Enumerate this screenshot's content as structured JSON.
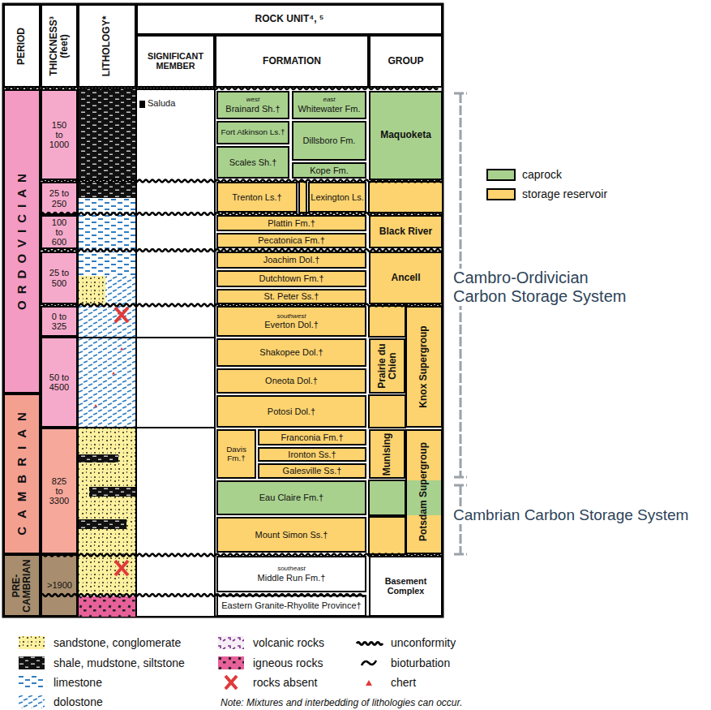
{
  "diagram": {
    "nodes": [
      {
        "text": [
          "PERIOD"
        ]
      },
      {
        "text": [
          "THICKNESS³ (feet)"
        ]
      },
      {
        "text": [
          "LITHOLOGY*"
        ]
      },
      {
        "text": [
          "ROCK UNIT⁴, ⁵"
        ]
      },
      {
        "text": [
          "SIGNIFICANT MEMBER"
        ]
      },
      {
        "text": [
          "FORMATION"
        ]
      },
      {
        "text": [
          "GROUP"
        ]
      },
      {
        "text": [
          "ORDOVICIAN"
        ]
      },
      {
        "text": [
          "CAMBRIAN"
        ]
      },
      {
        "text": [
          "PRE-CAMBRIAN"
        ]
      },
      {
        "text": [
          "150 to 1000"
        ]
      },
      {
        "text": [
          "25 to 250"
        ]
      },
      {
        "text": [
          "100 to 600"
        ]
      },
      {
        "text": [
          "25 to 500"
        ]
      },
      {
        "text": [
          "0 to 325"
        ]
      },
      {
        "text": [
          "50 to 4500"
        ]
      },
      {
        "text": [
          "825 to 3300"
        ]
      },
      {
        "text": [
          ">1900"
        ]
      },
      {
        "text": [
          "west",
          "Brainard Sh.†"
        ]
      },
      {
        "text": [
          "east",
          "Whitewater Fm."
        ]
      },
      {
        "text": [
          "Fort Atkinson Ls.†"
        ]
      },
      {
        "text": [
          "Dillsboro Fm."
        ]
      },
      {
        "text": [
          "Scales Sh.†"
        ]
      },
      {
        "text": [
          "Kope Fm."
        ]
      },
      {
        "text": [
          "Maquoketa"
        ]
      },
      {
        "text": [
          "Trenton Ls.†"
        ]
      },
      {
        "text": [
          "Lexington Ls."
        ]
      },
      {
        "text": [
          "Plattin Fm.†"
        ]
      },
      {
        "text": [
          "Pecatonica Fm.†"
        ]
      },
      {
        "text": [
          "Black River"
        ]
      },
      {
        "text": [
          "Joachim Dol.†"
        ]
      },
      {
        "text": [
          "Dutchtown Fm.†"
        ]
      },
      {
        "text": [
          "St. Peter Ss.†"
        ]
      },
      {
        "text": [
          "Ancell"
        ]
      },
      {
        "text": [
          "southwest",
          "Everton Dol.†"
        ]
      },
      {
        "text": [
          "Knox Supergroup"
        ]
      },
      {
        "text": [
          "Shakopee Dol.†"
        ]
      },
      {
        "text": [
          "Prairie du Chien"
        ]
      },
      {
        "text": [
          "Oneota Dol.†"
        ]
      },
      {
        "text": [
          "Potosi Dol.†"
        ]
      },
      {
        "text": [
          "Davis Fm.†"
        ]
      },
      {
        "text": [
          "Franconia Fm.†"
        ]
      },
      {
        "text": [
          "Ironton Ss.†"
        ]
      },
      {
        "text": [
          "Galesville Ss.†"
        ]
      },
      {
        "text": [
          "Munising"
        ]
      },
      {
        "text": [
          "Potsdam Supergroup"
        ]
      },
      {
        "text": [
          "Eau Claire Fm.†"
        ]
      },
      {
        "text": [
          "Mount Simon Ss.†"
        ]
      },
      {
        "text": [
          "southeast",
          "Middle Run Fm.†"
        ]
      },
      {
        "text": [
          "Basement Complex"
        ]
      },
      {
        "text": [
          "Eastern Granite-Rhyolite Province†"
        ]
      }
    ],
    "labels": [
      "Saluda",
      "Cambro-Ordivician Carbon Storage System",
      "Cambrian Carbon Storage System",
      "Note: Mixtures and interbedding of lithologies can occur."
    ],
    "legend": [
      {
        "text": "caprock",
        "color": "#a9d18e"
      },
      {
        "text": "storage reservoir",
        "color": "#fdd36f"
      },
      {
        "text": "sandstone, conglomerate"
      },
      {
        "text": "shale, mudstone, siltstone"
      },
      {
        "text": "limestone"
      },
      {
        "text": "dolostone"
      },
      {
        "text": "volcanic rocks"
      },
      {
        "text": "igneous rocks"
      },
      {
        "text": "rocks absent"
      },
      {
        "text": "unconformity"
      },
      {
        "text": "bioturbation"
      },
      {
        "text": "chert"
      }
    ]
  }
}
